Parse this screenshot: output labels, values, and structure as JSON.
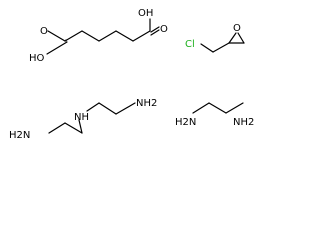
{
  "colors": {
    "bond": "#000000",
    "chlorine": "#1fb01f",
    "text": "#000000"
  },
  "molecules": {
    "adipic_acid": {
      "label_ho_right": "OH",
      "label_o_top_right": "O",
      "label_ho_left": "HO",
      "label_o_bottom_left": "O"
    },
    "epichlorohydrin": {
      "label_cl": "Cl",
      "label_o": "O"
    },
    "diethylenetriamine": {
      "label_nh2_right": "NH2",
      "label_nh": "NH",
      "label_h2n_left": "H2N"
    },
    "ethylenediamine": {
      "label_h2n": "H2N",
      "label_nh2": "NH2"
    }
  }
}
